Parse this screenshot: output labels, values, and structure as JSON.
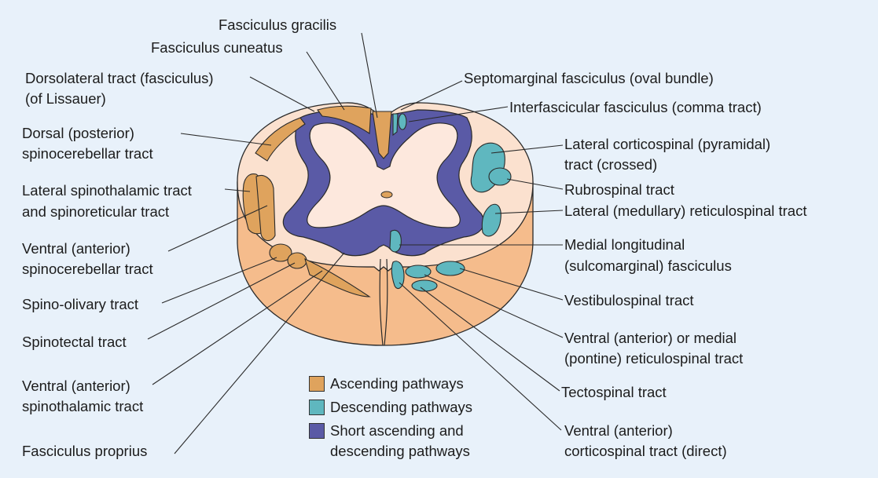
{
  "colors": {
    "background": "#e8f1fa",
    "ascending": "#dfa35d",
    "descending": "#5fb7bf",
    "short": "#5a5aa6",
    "gray_matter": "#fde8dd",
    "white_matter_top": "#fbe1cf",
    "cord_side": "#f5bc8c",
    "outline": "#2a2a2a"
  },
  "labels": {
    "fasciculus_gracilis": "Fasciculus gracilis",
    "fasciculus_cuneatus": "Fasciculus cuneatus",
    "dorsolateral_1": "Dorsolateral tract (fasciculus)",
    "dorsolateral_2": "(of Lissauer)",
    "dorsal_spinocerebellar_1": "Dorsal (posterior)",
    "dorsal_spinocerebellar_2": "spinocerebellar tract",
    "lateral_spinothalamic_1": "Lateral spinothalamic tract",
    "lateral_spinothalamic_2": "and spinoreticular tract",
    "ventral_spinocerebellar_1": "Ventral (anterior)",
    "ventral_spinocerebellar_2": "spinocerebellar tract",
    "spino_olivary": "Spino-olivary tract",
    "spinotectal": "Spinotectal tract",
    "ventral_spinothalamic_1": "Ventral (anterior)",
    "ventral_spinothalamic_2": "spinothalamic tract",
    "fasciculus_proprius": "Fasciculus proprius",
    "septomarginal": "Septomarginal fasciculus (oval bundle)",
    "interfascicular": "Interfascicular fasciculus (comma tract)",
    "lateral_corticospinal_1": "Lateral corticospinal (pyramidal)",
    "lateral_corticospinal_2": "tract (crossed)",
    "rubrospinal": "Rubrospinal tract",
    "lateral_reticulospinal": "Lateral (medullary) reticulospinal tract",
    "medial_longitudinal_1": "Medial longitudinal",
    "medial_longitudinal_2": "(sulcomarginal) fasciculus",
    "vestibulospinal": "Vestibulospinal tract",
    "medial_reticulospinal_1": "Ventral (anterior) or medial",
    "medial_reticulospinal_2": "(pontine) reticulospinal tract",
    "tectospinal": "Tectospinal tract",
    "ventral_corticospinal_1": "Ventral (anterior)",
    "ventral_corticospinal_2": "corticospinal tract (direct)"
  },
  "legend": {
    "ascending": "Ascending pathways",
    "descending": "Descending pathways",
    "short_1": "Short ascending and",
    "short_2": "descending pathways"
  }
}
